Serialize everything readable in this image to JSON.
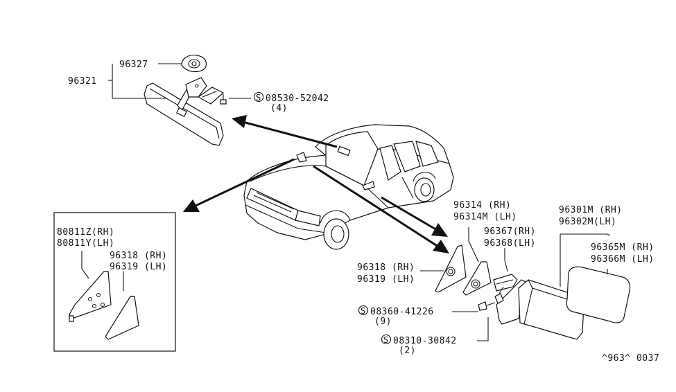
{
  "diagram_code": "^963^ 0037",
  "labels": {
    "p96327": "96327",
    "p96321": "96321",
    "p08530": "08530-52042",
    "p08530_qty": "(4)",
    "p80811z": "80811Z(RH)",
    "p80811y": "80811Y(LH)",
    "inset_96318": "96318 (RH)",
    "inset_96319": "96319 (LH)",
    "p96314": "96314  (RH)",
    "p96314m": "96314M (LH)",
    "p96367": "96367(RH)",
    "p96368": "96368(LH)",
    "p96301m": "96301M (RH)",
    "p96302m": "96302M(LH)",
    "p96365m": "96365M (RH)",
    "p96366m": "96366M (LH)",
    "p96318": "96318 (RH)",
    "p96319": "96319 (LH)",
    "p08360": "08360-41226",
    "p08360_qty": "(9)",
    "p08310": "08310-30842",
    "p08310_qty": "(2)"
  },
  "screw_symbol": "S",
  "icons": [
    "car-icon",
    "rearview-mirror-icon",
    "door-mirror-icon",
    "mirror-glass-icon",
    "corner-cover-icon",
    "screw-icon",
    "bolt-icon",
    "arrow-icon"
  ]
}
